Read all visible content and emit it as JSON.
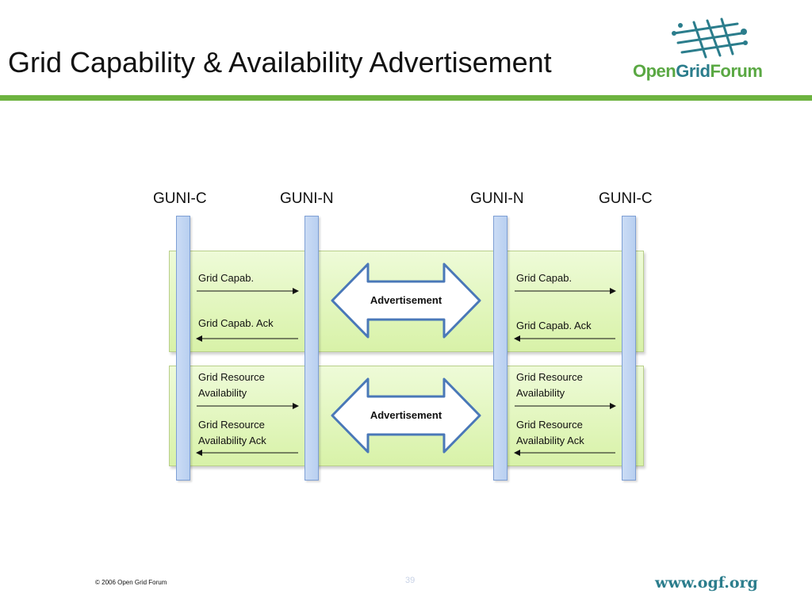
{
  "slide": {
    "title": "Grid Capability & Availability Advertisement",
    "logo": {
      "open": "Open",
      "grid": "Grid",
      "forum": "Forum"
    },
    "footer_copyright": "© 2006 Open Grid Forum",
    "page_number": "39",
    "url": "www.ogf.org"
  },
  "diagram": {
    "entities": [
      "GUNI-C",
      "GUNI-N",
      "GUNI-N",
      "GUNI-C"
    ],
    "advertisement_label": "Advertisement",
    "top_group": {
      "left_request": "Grid Capab.",
      "left_ack": "Grid Capab. Ack",
      "right_request": "Grid Capab.",
      "right_ack": "Grid Capab. Ack"
    },
    "bottom_group": {
      "left_request_line1": "Grid Resource",
      "left_request_line2": "Availability",
      "left_ack_line1": "Grid Resource",
      "left_ack_line2": "Availability Ack",
      "right_request_line1": "Grid Resource",
      "right_request_line2": "Availability",
      "right_ack_line1": "Grid Resource",
      "right_ack_line2": "Availability Ack"
    }
  },
  "colors": {
    "accent_green": "#6db33f",
    "brand_teal": "#2b7d8c",
    "arrow_stroke": "#4a78b8"
  }
}
